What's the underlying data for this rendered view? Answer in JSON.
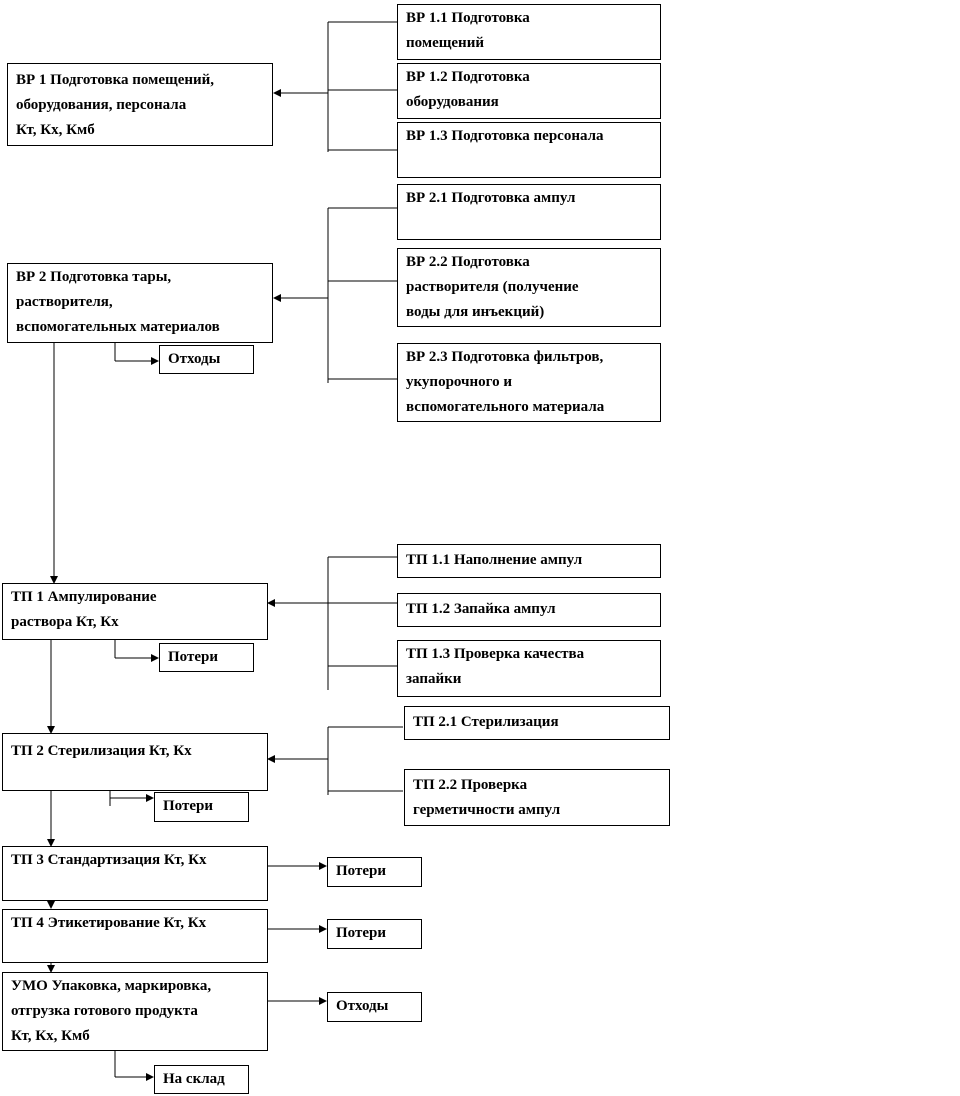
{
  "vr1": {
    "lines": [
      "ВР 1 Подготовка помещений,",
      "оборудования, персонала",
      "Кт, Кх, Кмб"
    ]
  },
  "vr1_1": {
    "lines": [
      "ВР 1.1 Подготовка",
      "помещений"
    ]
  },
  "vr1_2": {
    "lines": [
      "ВР 1.2 Подготовка",
      "оборудования"
    ]
  },
  "vr1_3": {
    "lines": [
      "ВР 1.3 Подготовка персонала"
    ]
  },
  "vr2": {
    "lines": [
      "ВР 2 Подготовка тары,",
      "растворителя,",
      "вспомогательных материалов"
    ]
  },
  "vr2_1": {
    "lines": [
      "ВР 2.1 Подготовка ампул"
    ]
  },
  "vr2_2": {
    "lines": [
      "ВР 2.2 Подготовка",
      "растворителя (получение",
      "воды для инъекций)"
    ]
  },
  "vr2_3": {
    "lines": [
      "ВР 2.3 Подготовка фильтров,",
      "укупорочного и",
      "вспомогательного материала"
    ]
  },
  "vr2_waste": {
    "lines": [
      "Отходы"
    ]
  },
  "tp1": {
    "lines": [
      "ТП 1 Ампулирование",
      "раствора   Кт, Кх"
    ]
  },
  "tp1_1": {
    "lines": [
      "ТП 1.1 Наполнение ампул"
    ]
  },
  "tp1_2": {
    "lines": [
      "ТП 1.2 Запайка ампул"
    ]
  },
  "tp1_3": {
    "lines": [
      "ТП 1.3 Проверка качества",
      "запайки"
    ]
  },
  "tp1_loss": {
    "lines": [
      "Потери"
    ]
  },
  "tp2": {
    "lines": [
      "ТП 2 Стерилизация         Кт, Кх"
    ]
  },
  "tp2_1": {
    "lines": [
      "ТП 2.1 Стерилизация"
    ]
  },
  "tp2_2": {
    "lines": [
      "ТП 2.2 Проверка",
      "герметичности ампул"
    ]
  },
  "tp2_loss": {
    "lines": [
      "Потери"
    ]
  },
  "tp3": {
    "lines": [
      "ТП  3 Стандартизация   Кт, Кх"
    ]
  },
  "tp3_loss": {
    "lines": [
      "Потери"
    ]
  },
  "tp4": {
    "lines": [
      "ТП 4 Этикетирование  Кт, Кх"
    ]
  },
  "tp4_loss": {
    "lines": [
      "Потери"
    ]
  },
  "umo": {
    "lines": [
      "УМО Упаковка, маркировка,",
      "отгрузка готового продукта",
      "Кт, Кх, Кмб"
    ]
  },
  "umo_waste": {
    "lines": [
      "Отходы"
    ]
  },
  "umo_store": {
    "lines": [
      "На склад"
    ]
  }
}
